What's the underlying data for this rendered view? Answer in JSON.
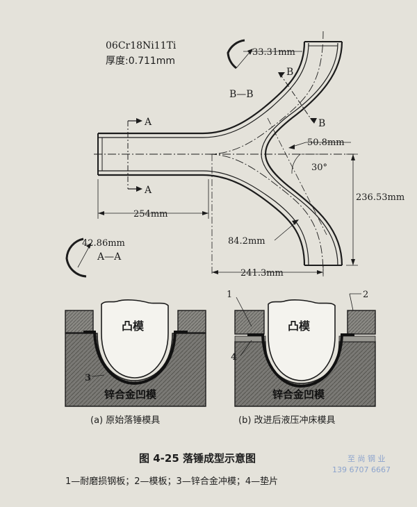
{
  "top_drawing": {
    "material": "06Cr18Ni11Ti",
    "thickness": "厚度:0.711mm",
    "dim_radius_bb": "33.31mm",
    "section_bb": "B—B",
    "marker_b": "B",
    "marker_a": "A",
    "dim_radius_aa": "42.86mm",
    "section_aa": "A—A",
    "dim_254": "254mm",
    "dim_50_8": "50.8mm",
    "angle": "30°",
    "dim_236_53": "236.53mm",
    "dim_84_2": "84.2mm",
    "dim_241_3": "241.3mm"
  },
  "die_a": {
    "punch_label": "凸模",
    "die_label": "锌合金凹模",
    "callout_3": "3",
    "caption": "(a) 原始落锤模具"
  },
  "die_b": {
    "punch_label": "凸模",
    "die_label": "锌合金凹模",
    "callout_1": "1",
    "callout_2": "2",
    "callout_4": "4",
    "caption": "(b) 改进后液压冲床模具"
  },
  "figure": {
    "title": "图 4-25    落锤成型示意图",
    "legend": "1—耐磨损钢板；2—模板；3—锌合金冲模；4—垫片"
  },
  "watermark": {
    "name": "至 尚 钢 业",
    "phone": "139 6707 6667"
  }
}
